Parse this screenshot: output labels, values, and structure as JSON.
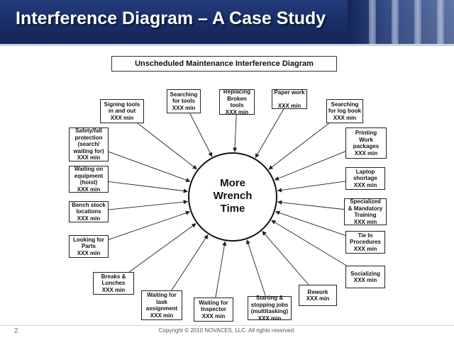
{
  "slide": {
    "title": "Interference Diagram – A Case Study",
    "page_number": "2",
    "copyright": "Copyright © 2010 NOVACES, LLC. All rights reserved."
  },
  "diagram": {
    "title": "Unscheduled Maintenance Interference Diagram",
    "center": "More\nWrench\nTime",
    "boxes": [
      {
        "id": "signing-tools",
        "text": "Signing tools\nin and out\nXXX min"
      },
      {
        "id": "searching-tools",
        "text": "Searching\nfor tools\nXXX min"
      },
      {
        "id": "replacing-broken-tools",
        "text": "Replacing\nBroken\ntools\nXXX min"
      },
      {
        "id": "paper-work",
        "text": "Paper work\n\nXXX min"
      },
      {
        "id": "searching-log-book",
        "text": "Searching\nfor log book\nXXX min"
      },
      {
        "id": "safety-fall",
        "text": "Safety/fall\nprotection\n(search/\nwaiting for)\nXXX min"
      },
      {
        "id": "printing-work-packages",
        "text": "Printing\nWork\npackages\nXXX min"
      },
      {
        "id": "waiting-equipment",
        "text": "Waiting on\nequipment\n(hoist)\nXXX min"
      },
      {
        "id": "laptop-shortage",
        "text": "Laptop\nshortage\nXXX min"
      },
      {
        "id": "bench-stock",
        "text": "Bench stock\nlocations\nXXX min"
      },
      {
        "id": "specialized-training",
        "text": "Specialized\n& Mandatory\nTraining\nXXX min"
      },
      {
        "id": "looking-parts",
        "text": "Looking for\nParts\nXXX min"
      },
      {
        "id": "tie-in-procedures",
        "text": "Tie In\nProcedures\nXXX min"
      },
      {
        "id": "breaks-lunches",
        "text": "Breaks &\nLunches\nXXX min"
      },
      {
        "id": "socializing",
        "text": "Socializing\nXXX min"
      },
      {
        "id": "waiting-task",
        "text": "Waiting for\ntask\nassignment\nXXX min"
      },
      {
        "id": "waiting-inspector",
        "text": "Waiting for\nInspector\nXXX min"
      },
      {
        "id": "starting-stopping",
        "text": "Starting &\nstopping jobs\n(multitasking)\nXXX min"
      },
      {
        "id": "rework",
        "text": "Rework\nXXX min"
      }
    ]
  }
}
